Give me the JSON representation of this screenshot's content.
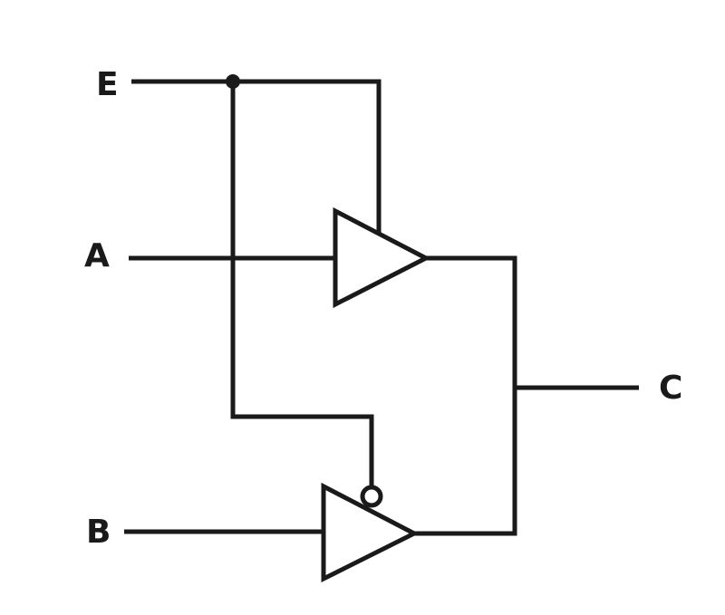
{
  "labels": {
    "e": "E",
    "a": "A",
    "b": "B",
    "c": "C"
  },
  "colors": {
    "ink": "#1a1a1a",
    "background": "#ffffff"
  }
}
